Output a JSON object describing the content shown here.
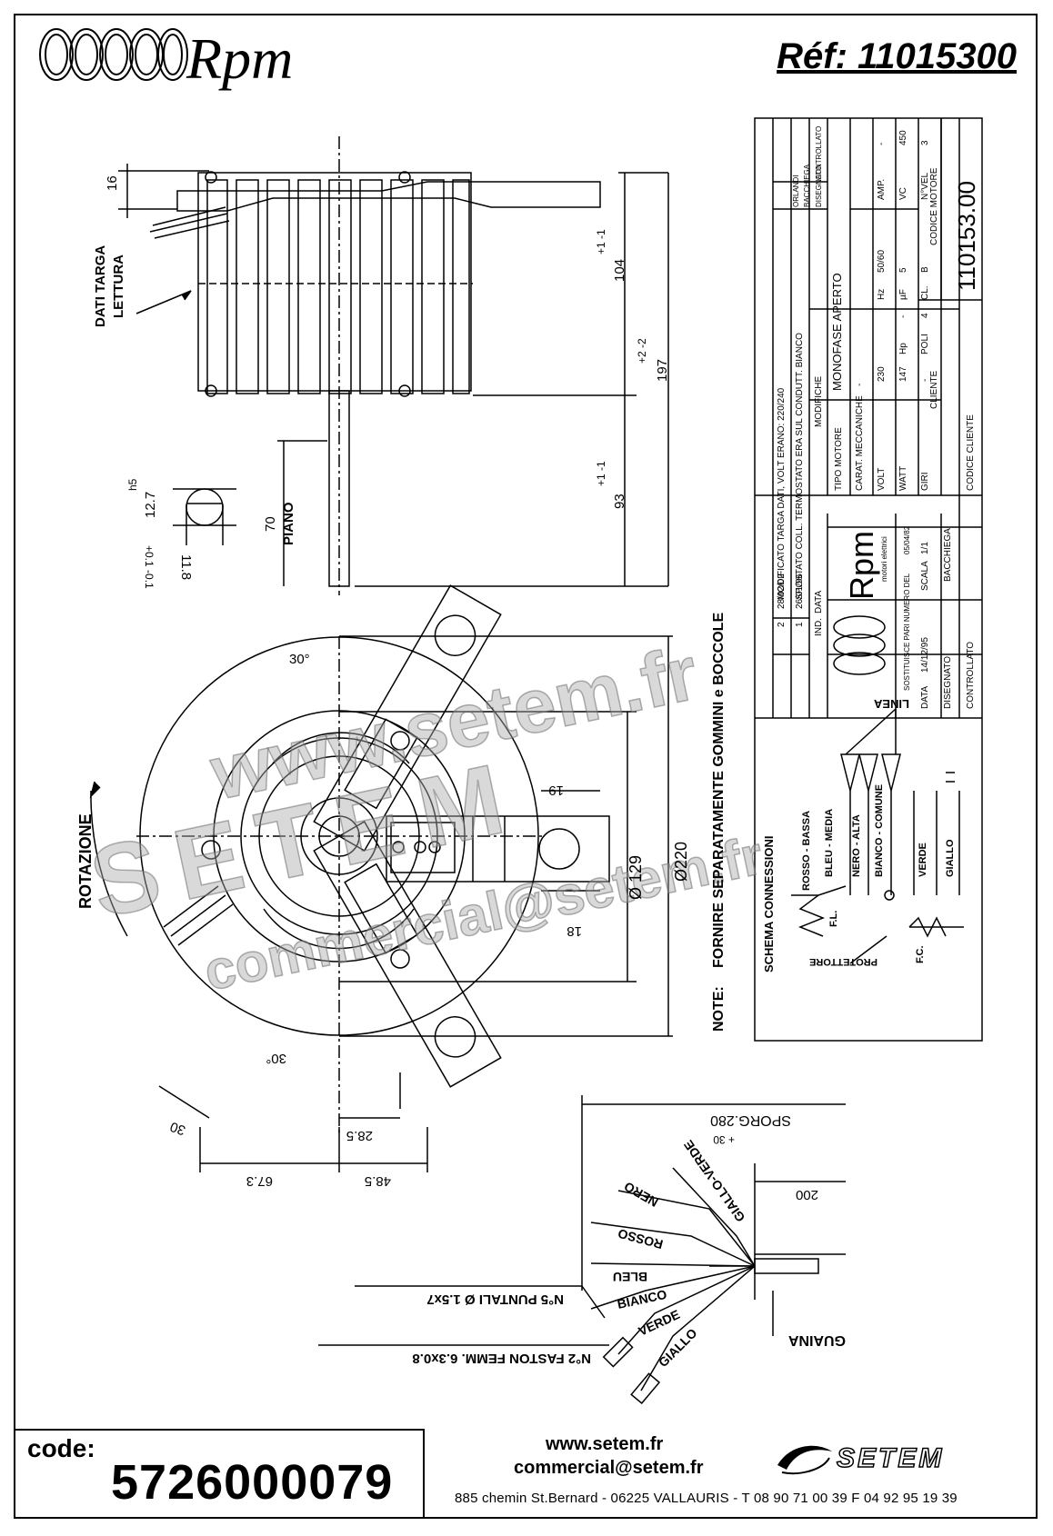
{
  "header": {
    "brand": "Rpm",
    "reference": "Réf:  11015300"
  },
  "drawing": {
    "dim_16": "16",
    "dati_targa": "DATI TARGA",
    "lettura": "LETTURA",
    "dim_104": "104",
    "tol_104": "+1 -1",
    "dim_197": "197",
    "tol_197": "+2 -2",
    "dim_93": "93",
    "tol_93": "+1 -1",
    "dim_70": "70",
    "piano": "PIANO",
    "h5": "h5",
    "dim_127": "12.7",
    "dim_118": "11.8",
    "tol_118": "+0.1 -0.1",
    "angle_30_top": "30°",
    "angle_30_bottom": "30°",
    "rotazione": "ROTAZIONE",
    "dim_19": "19",
    "dim_18": "18",
    "dia_129": "Ø 129",
    "dia_220": "Ø220",
    "dim_30": "30",
    "dim_285": "28.5",
    "dim_673": "67.3",
    "dim_485": "48.5",
    "note_label": "NOTE:",
    "note_text": "FORNIRE SEPARATAMENTE GOMMINI e BOCCOLE",
    "sporg": "SPORG.280",
    "sporg_tol": "+ 30",
    "dim_200": "200",
    "guaina": "GUAINA",
    "puntali": "N°5 PUNTALI Ø 1.5x7",
    "faston": "N°2 FASTON FEMM. 6.3x0.8",
    "wires": [
      "GIALLO-VERDE",
      "NERO",
      "ROSSO",
      "BLEU",
      "BIANCO",
      "VERDE",
      "GIALLO"
    ]
  },
  "connections": {
    "title": "SCHEMA CONNESSIONI",
    "linea": "LINEA",
    "leads": [
      "ROSSO - BASSA",
      "BLEU - MEDIA",
      "NERO - ALTA",
      "BIANCO - COMUNE",
      "VERDE",
      "GIALLO"
    ],
    "fl": "F.L.",
    "fc": "F.C.",
    "protettore": "PROTETTORE"
  },
  "title_block": {
    "revisions": [
      {
        "ind": "2",
        "data": "28/02/02",
        "text": "MODIFICATO TARGA DATI, VOLT ERANO: 220/240"
      },
      {
        "ind": "1",
        "data": "26/01/96",
        "text": "SPOSTATO COLL. TERMOSTATO ERA SUL CONDUTT. BIANCO"
      }
    ],
    "rev_headers": [
      "IND.",
      "DATA",
      "MODIFICHE",
      "DISEGNATO",
      "BACCHIEGA",
      "ORLANDI",
      "CONTROLLATO"
    ],
    "tipo_motore_label": "TIPO MOTORE",
    "tipo_motore_value": "MONOFASE APERTO",
    "carat_label": "CARAT. MECCANICHE",
    "carat_value": "-",
    "specs": [
      [
        "VOLT",
        "230",
        "Hz",
        "50/60",
        "AMP.",
        "-"
      ],
      [
        "WATT",
        "147",
        "Hp",
        "-",
        "µF",
        "5",
        "VC",
        "450"
      ],
      [
        "GIRI",
        "-",
        "POLI",
        "4",
        "CL.",
        "B",
        "N°VEL",
        "3"
      ]
    ],
    "cliente_label": "CLIENTE",
    "codice_motore_label": "CODICE MOTORE",
    "codice_motore_value": "110153.00",
    "codice_cliente_label": "CODICE CLIENTE",
    "logo_text": "Rpm",
    "logo_sub": "motori elettrici",
    "sostituisce": "SOSTITUISCE PARI NUMERO DEL",
    "sostituisce_date": "05/04/82",
    "data_label": "DATA",
    "data_value": "14/12/95",
    "scala_label": "SCALA",
    "scala_value": "1/1",
    "disegnato_label": "DISEGNATO",
    "disegnato_value": "BACCHIEGA",
    "controllato_label": "CONTROLLATO"
  },
  "watermark": {
    "a": "www.setem.fr",
    "b": "SETEM",
    "c": "commercial@setem.fr"
  },
  "footer": {
    "code_label": "code:",
    "code_value": "5726000079",
    "website": "www.setem.fr",
    "email": "commercial@setem.fr",
    "address": "885 chemin St.Bernard  -  06225 VALLAURIS  -  T 08 90 71 00 39   F 04 92 95 19 39",
    "logo": "SETEM"
  }
}
